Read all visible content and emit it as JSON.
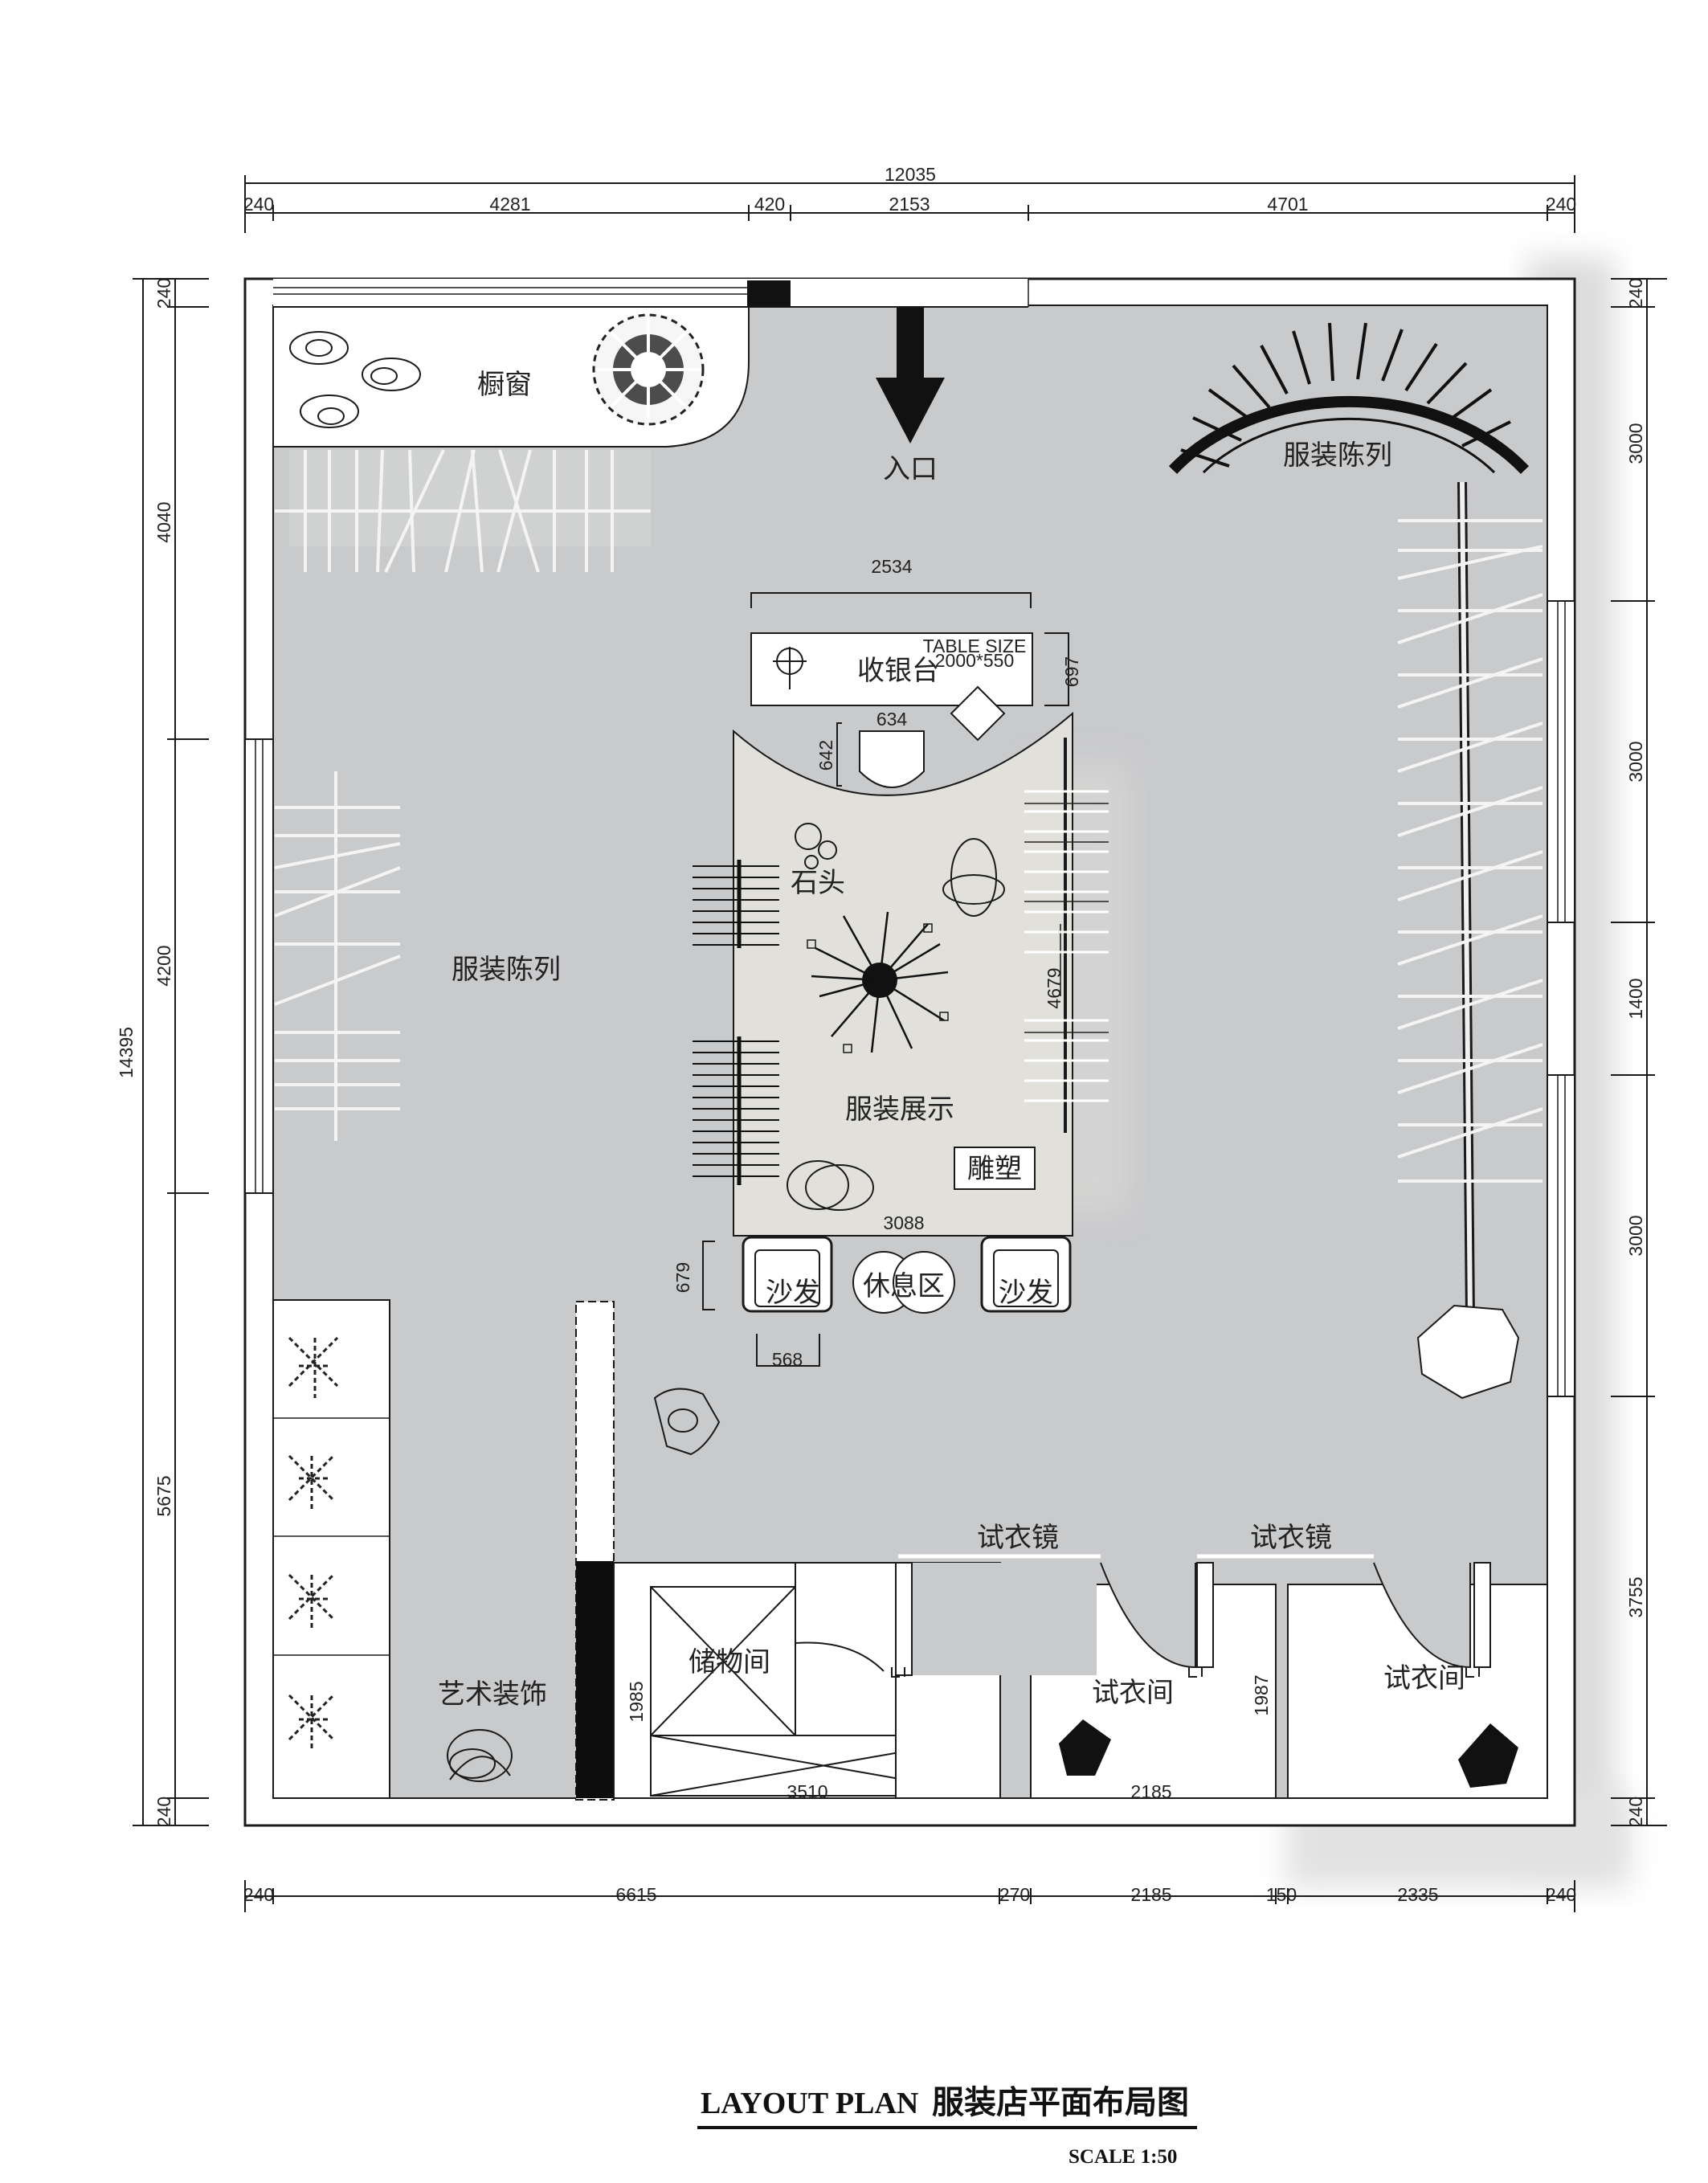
{
  "title": {
    "en": "LAYOUT   PLAN",
    "cn": "服装店平面布局图",
    "scale": "SCALE  1:50"
  },
  "dimensions": {
    "top_total": "12035",
    "top": [
      "240",
      "4281",
      "420",
      "2153",
      "4701",
      "240"
    ],
    "bottom": [
      "240",
      "6615",
      "270",
      "2185",
      "150",
      "2335",
      "240"
    ],
    "left_total": "14395",
    "left": [
      "240",
      "4040",
      "4200",
      "5675",
      "240"
    ],
    "right": [
      "240",
      "3000",
      "3000",
      "1400",
      "3000",
      "3755",
      "240"
    ],
    "cashier_width": "2534",
    "cashier_depth": "697",
    "seat_w": "634",
    "seat_h": "642",
    "island_h": "4679",
    "island_w": "3088",
    "sofa_h": "679",
    "sofa_w": "568",
    "storage_h": "1985",
    "storage_w": "3510",
    "fit_h": "1987",
    "fit_w": "2185"
  },
  "labels": {
    "window": "橱窗",
    "entrance": "入口",
    "display_right": "服装陈列",
    "display_left": "服装陈列",
    "cashier": "收银台",
    "table_size_1": "TABLE SIZE",
    "table_size_2": "2000*550",
    "stone": "石头",
    "display_island": "服装展示",
    "sculpture": "雕塑",
    "sofa_left": "沙发",
    "lounge": "休息区",
    "sofa_right": "沙发",
    "art": "艺术装饰",
    "storage": "储物间",
    "mirror_1": "试衣镜",
    "mirror_2": "试衣镜",
    "fitting_1": "试衣间",
    "fitting_2": "试衣间"
  },
  "colors": {
    "floor": "#c9cacc",
    "island": "#e2e0da",
    "wall": "#ffffff",
    "line": "#1a1a1a"
  }
}
